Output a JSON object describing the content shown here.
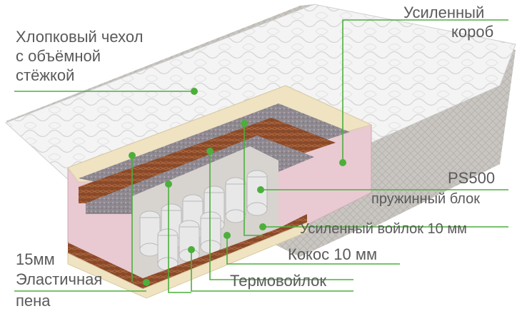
{
  "labels": {
    "cover_line1": "Хлопковый чехол",
    "cover_line2": "с объёмной",
    "cover_line3": "стёжкой",
    "box_line1": "Усиленный",
    "box_line2": "короб",
    "spring_model": "PS500",
    "spring_desc": "пружинный блок",
    "felt": "Усиленный войлок 10 мм",
    "coco": "Кокос 10 мм",
    "thermo": "Термовойлок",
    "foam_thickness": "15мм",
    "foam_line1": "Эластичная",
    "foam_line2": "пена"
  },
  "colors": {
    "accent": "#4caf3c",
    "text": "#5a5a5a"
  }
}
